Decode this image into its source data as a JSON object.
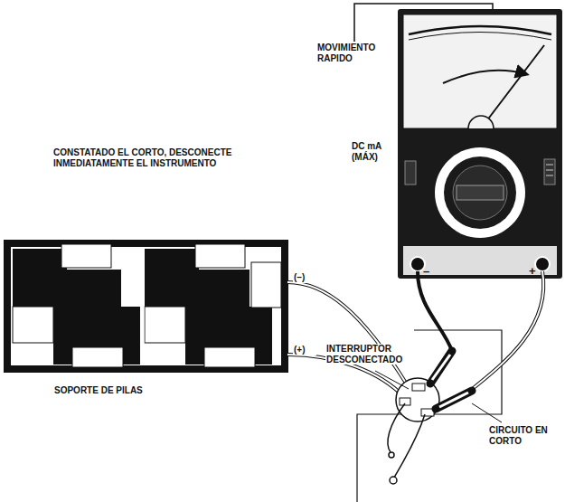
{
  "diagram": {
    "nodes": [
      {
        "text": [
          "–",
          "+"
        ]
      },
      {
        "text": [
          "SOPORTE DE PILAS"
        ]
      }
    ],
    "labels": [
      "MOVIMIENTO RAPIDO",
      "CONSTATADO EL CORTO, DESCONECTE INMEDIATAMENTE EL INSTRUMENTO",
      "DC mA (MÁX)",
      "INTERRUPTOR DESCONECTADO",
      "(–)",
      "(+)",
      "CIRCUITO EN CORTO"
    ]
  }
}
